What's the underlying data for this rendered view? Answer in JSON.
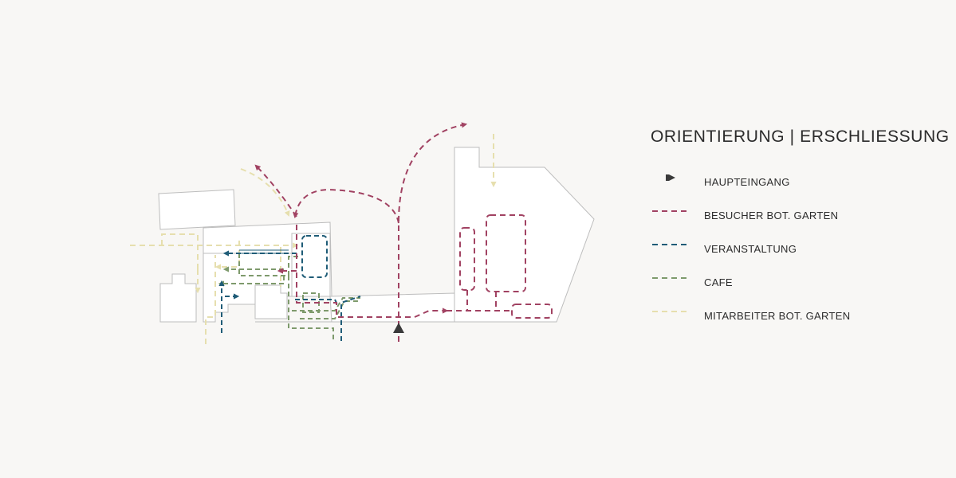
{
  "title": "ORIENTIERUNG | ERSCHLIESSUNG",
  "colors": {
    "besucher": "#a14262",
    "veranstaltung": "#1f5c77",
    "cafe": "#7e9a6c",
    "mitarbeiter": "#e6dfae",
    "haupteingang": "#3a3a3a",
    "building_stroke": "#bdbdbd"
  },
  "legend": [
    {
      "key": "haupteingang",
      "label": "HAUPTEINGANG",
      "icon": "triangle-right-icon"
    },
    {
      "key": "besucher",
      "label": "BESUCHER BOT. GARTEN",
      "icon": "dashed-line-icon"
    },
    {
      "key": "veranstaltung",
      "label": "VERANSTALTUNG",
      "icon": "dashed-line-icon"
    },
    {
      "key": "cafe",
      "label": "CAFE",
      "icon": "dashed-line-icon"
    },
    {
      "key": "mitarbeiter",
      "label": "MITARBEITER BOT. GARTEN",
      "icon": "dashed-line-icon"
    }
  ]
}
